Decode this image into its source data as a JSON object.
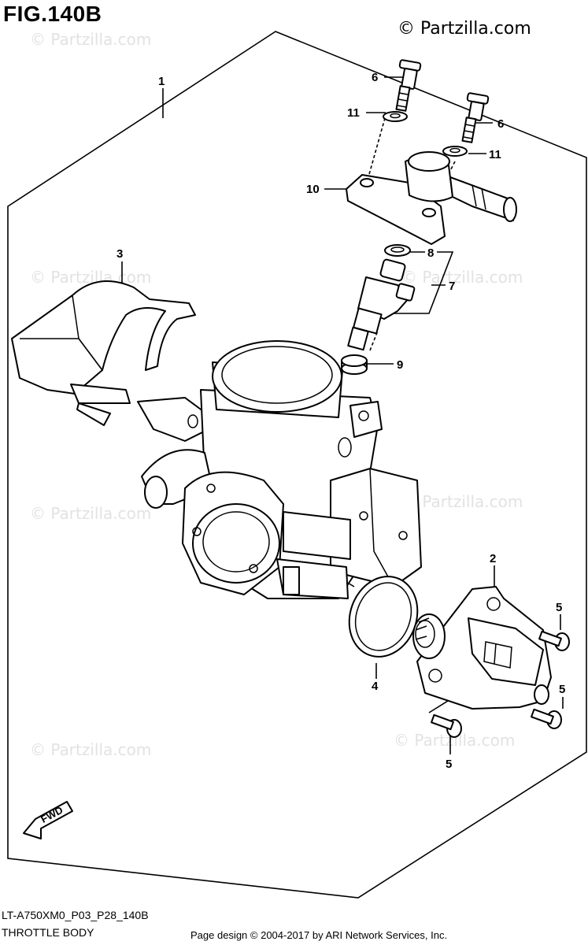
{
  "header": {
    "figure_title": "FIG.140B",
    "copyright": "© Partzilla.com"
  },
  "watermark": {
    "text": "© Partzilla.com"
  },
  "callouts": {
    "c1": "1",
    "c2": "2",
    "c3": "3",
    "c4": "4",
    "c5a": "5",
    "c5b": "5",
    "c5c": "5",
    "c6a": "6",
    "c6b": "6",
    "c7": "7",
    "c8": "8",
    "c9": "9",
    "c10": "10",
    "c11a": "11",
    "c11b": "11"
  },
  "direction": {
    "label": "FWD"
  },
  "footer": {
    "diagram_code": "LT-A750XM0_P03_P28_140B",
    "caption": "THROTTLE BODY",
    "page_credit": "Page design © 2004-2017 by ARI Network Services, Inc."
  }
}
